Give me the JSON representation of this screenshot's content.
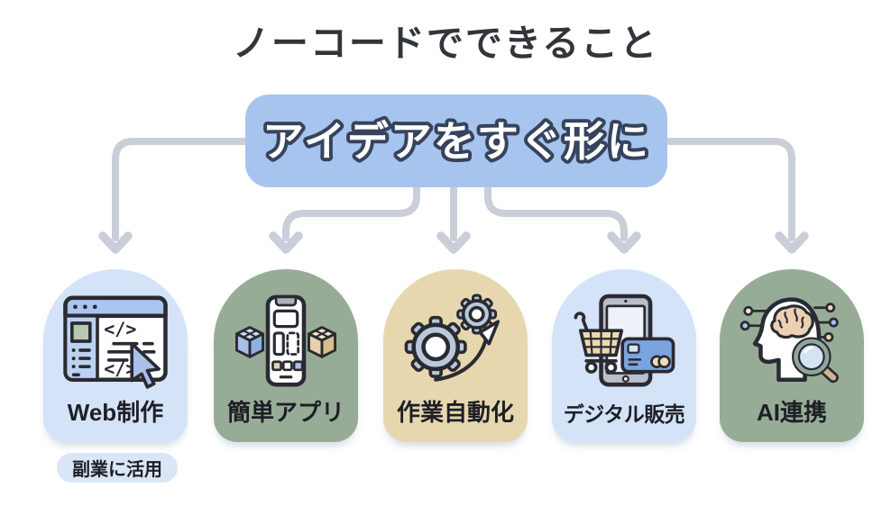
{
  "title": "ノーコードでできること",
  "hero": {
    "label": "アイデアをすぐ形に"
  },
  "cards": [
    {
      "label": "Web制作",
      "icon": "browser-code-icon",
      "color": "#d4e3f7"
    },
    {
      "label": "簡単アプリ",
      "icon": "phone-blocks-icon",
      "color": "#97ac96"
    },
    {
      "label": "作業自動化",
      "icon": "gears-growth-icon",
      "color": "#e7d7ae"
    },
    {
      "label": "デジタル販売",
      "icon": "cart-payment-icon",
      "color": "#d4e3f7"
    },
    {
      "label": "AI連携",
      "icon": "ai-head-magnifier-icon",
      "color": "#97ac96"
    }
  ],
  "badge": {
    "label": "副業に活用",
    "color": "#d9e6f6"
  },
  "colors": {
    "background": "#ffffff",
    "title_text": "#32363b",
    "hero_box": "#a7c4ee",
    "hero_text_fill": "#ffffff",
    "hero_text_outline": "#36435c",
    "connector": "#c9ced9",
    "card_label_text": "#1d1f27",
    "badge_bg": "#d9e6f6"
  }
}
